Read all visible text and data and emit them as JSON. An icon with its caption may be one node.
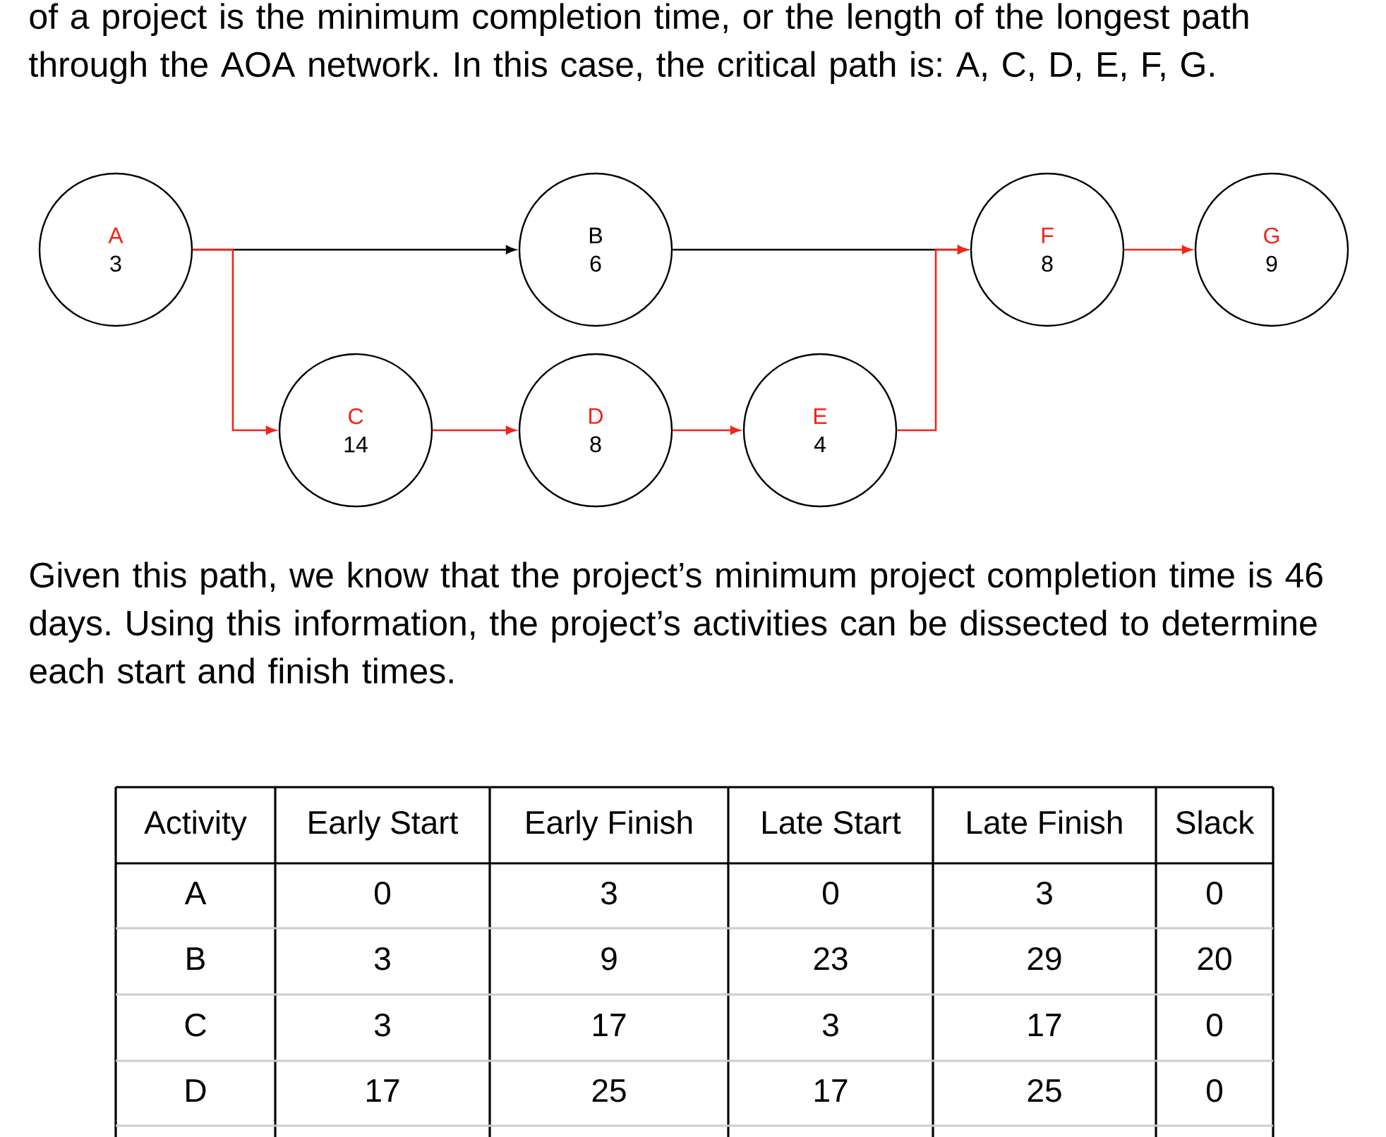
{
  "diagram": {
    "nodes": [
      {
        "text": [
          "A",
          "3"
        ]
      },
      {
        "text": [
          "B",
          "6"
        ]
      },
      {
        "text": [
          "C",
          "14"
        ]
      },
      {
        "text": [
          "D",
          "8"
        ]
      },
      {
        "text": [
          "E",
          "4"
        ]
      },
      {
        "text": [
          "F",
          "8"
        ]
      },
      {
        "text": [
          "G",
          "9"
        ]
      }
    ],
    "edges": [
      {
        "from": 0,
        "to": 1,
        "arrow": "to",
        "color": "#000000"
      },
      {
        "from": 0,
        "to": 2,
        "arrow": "to"
      },
      {
        "from": 1,
        "to": 5,
        "arrow": "to",
        "color": "#000000"
      },
      {
        "from": 2,
        "to": 3,
        "arrow": "to"
      },
      {
        "from": 3,
        "to": 4,
        "arrow": "to"
      },
      {
        "from": 4,
        "to": 5,
        "arrow": "to"
      },
      {
        "from": 5,
        "to": 6,
        "arrow": "to"
      }
    ],
    "labels": [
      "of a project is the minimum completion time, or the length of the longest path through the AOA network. In this case, the critical path is: A, C, D, E, F, G.",
      "Given this path, we know that the project’s minimum project completion time is 46 days. Using this information, the project’s activities can be dissected to determine each start and finish times.",
      "Activity",
      "Early Start",
      "Early Finish",
      "Late Start",
      "Late Finish",
      "Slack",
      "A",
      "0",
      "3",
      "0",
      "3",
      "0",
      "B",
      "3",
      "9",
      "23",
      "29",
      "20",
      "C",
      "3",
      "17",
      "3",
      "17",
      "0",
      "D",
      "17",
      "25",
      "17",
      "25",
      "0"
    ]
  }
}
